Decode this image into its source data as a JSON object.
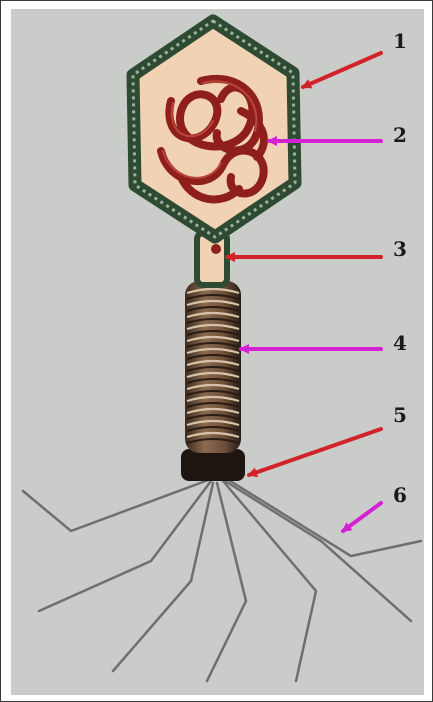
{
  "labels": [
    "1",
    "2",
    "3",
    "4",
    "5",
    "6"
  ],
  "colors": {
    "background": "#c9ccc8",
    "capsid_outline": "#2f4a33",
    "capsid_fill": "#f1d2b4",
    "dna": "#8e1f1a",
    "tail": "#6b4b36",
    "fibers": "#6f6f6f",
    "arrow_red": "#d2232a",
    "arrow_magenta": "#d421d4"
  }
}
